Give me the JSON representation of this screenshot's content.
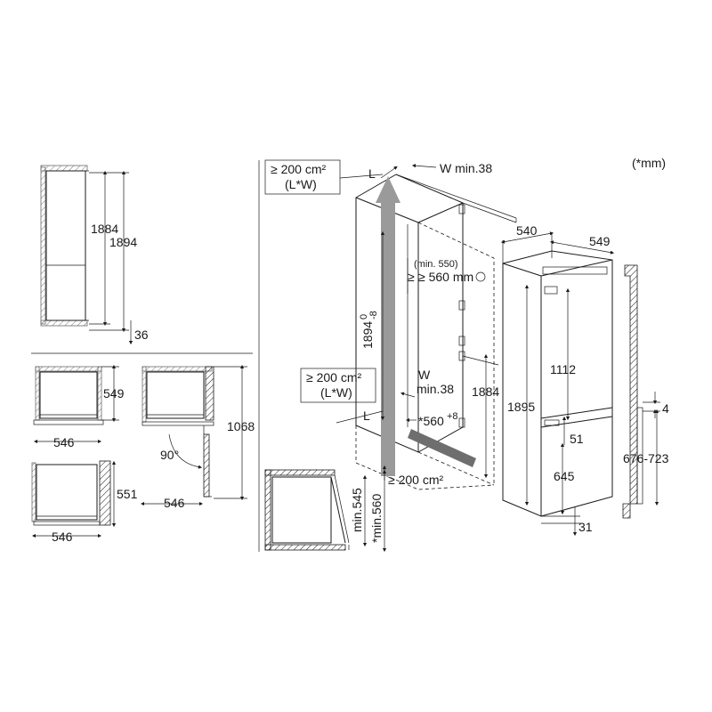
{
  "units_note": "(*mm)",
  "views": {
    "side_elevation": {
      "dim_inner": "1884",
      "dim_outer": "1894",
      "dim_plinth": "36"
    },
    "top_view_1": {
      "dim_depth": "549",
      "dim_width": "546"
    },
    "top_view_2": {
      "dim_width": "546",
      "dim_depth": "551"
    },
    "door_swing": {
      "dim_height": "1068",
      "angle": "90°",
      "dim_width": "546"
    },
    "niche_perspective": {
      "vent_top": "≥ 200 cm²",
      "vent_top_sub": "(L*W)",
      "label_l_top": "L",
      "label_w_top": "W min.38",
      "dim_height": "1894",
      "dim_height_tol_up": "0",
      "dim_height_tol_dn": "-8",
      "dim_min550": "(min. 550)",
      "dim_560": "≥ 560 mm",
      "vent_mid": "≥ 200 cm²",
      "vent_mid_sub": "(L*W)",
      "label_w_mid": "W",
      "label_w_mid_min": "min.38",
      "label_l_mid": "L",
      "dim_560_tol_main": "*560",
      "dim_560_tol_sup": "+8",
      "vent_bottom": "≥ 200 cm²",
      "dim_1884": "1884"
    },
    "side_section": {
      "dim_min545": "min.545",
      "dim_min560": "*min.560"
    },
    "appliance": {
      "dim_540": "540",
      "dim_549": "549",
      "dim_1895": "1895",
      "dim_1112": "1112",
      "dim_51": "51",
      "dim_645": "645",
      "dim_31": "31"
    },
    "door_rail": {
      "dim_4": "4",
      "dim_range": "676-723"
    }
  }
}
